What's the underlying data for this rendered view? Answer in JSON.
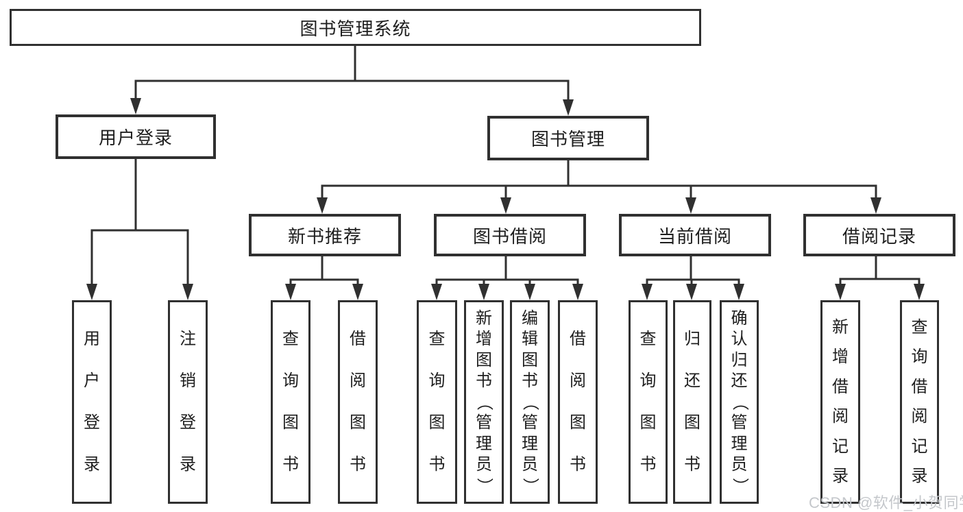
{
  "diagram": {
    "title_node": {
      "label": "图书管理系统"
    },
    "branches": [
      {
        "id": "user-login",
        "label": "用户登录"
      },
      {
        "id": "book-management",
        "label": "图书管理"
      }
    ],
    "modules": [
      {
        "id": "new-book-recommend",
        "label": "新书推荐",
        "parent": "图书管理"
      },
      {
        "id": "book-borrow",
        "label": "图书借阅",
        "parent": "图书管理"
      },
      {
        "id": "current-borrow",
        "label": "当前借阅",
        "parent": "图书管理"
      },
      {
        "id": "borrow-records",
        "label": "借阅记录",
        "parent": "图书管理"
      }
    ],
    "functions": [
      {
        "label": "用户登录",
        "parent": "用户登录"
      },
      {
        "label": "注销登录",
        "parent": "用户登录"
      },
      {
        "label": "查询图书",
        "parent": "新书推荐"
      },
      {
        "label": "借阅图书",
        "parent": "新书推荐"
      },
      {
        "label": "查询图书",
        "parent": "图书借阅"
      },
      {
        "label": "新增图书（管理员）",
        "parent": "图书借阅"
      },
      {
        "label": "编辑图书（管理员）",
        "parent": "图书借阅"
      },
      {
        "label": "借阅图书",
        "parent": "图书借阅"
      },
      {
        "label": "查询图书",
        "parent": "当前借阅"
      },
      {
        "label": "归还图书",
        "parent": "当前借阅"
      },
      {
        "label": "确认归还（管理员）",
        "parent": "当前借阅"
      },
      {
        "label": "新增借阅记录",
        "parent": "借阅记录"
      },
      {
        "label": "查询借阅记录",
        "parent": "借阅记录"
      }
    ],
    "watermark": "CSDN @软件_小贺同学"
  },
  "colors": {
    "line": "#303030",
    "text": "#1e1e1e",
    "watermark": "#c4c7cb",
    "background": "#ffffff"
  }
}
